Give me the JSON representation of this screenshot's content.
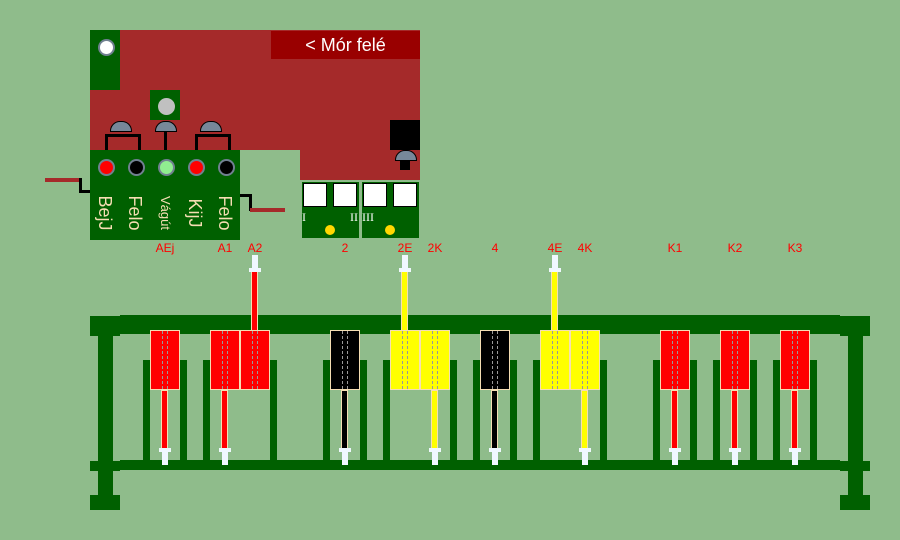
{
  "header": {
    "direction_label": "< Mór felé"
  },
  "signal_panel": {
    "labels": [
      "BejJ",
      "Felo",
      "Vágút",
      "KijJ",
      "Felo"
    ],
    "lights": [
      "#ff0000",
      "#000000",
      "#90ee90",
      "#ff0000",
      "#000000"
    ]
  },
  "switch_panels": [
    {
      "left": "I",
      "right": "II"
    },
    {
      "left": "III"
    }
  ],
  "levers": [
    {
      "label": "AEj",
      "color": "#ff0000",
      "up": false
    },
    {
      "label": "A1",
      "color": "#ff0000",
      "up": false
    },
    {
      "label": "A2",
      "color": "#ff0000",
      "up": true
    },
    {
      "label": "2",
      "color": "#000000",
      "up": false
    },
    {
      "label": "2E",
      "color": "#ffff00",
      "up": true
    },
    {
      "label": "2K",
      "color": "#ffff00",
      "up": false
    },
    {
      "label": "4",
      "color": "#000000",
      "up": false
    },
    {
      "label": "4E",
      "color": "#ffff00",
      "up": true
    },
    {
      "label": "4K",
      "color": "#ffff00",
      "up": false
    },
    {
      "label": "K1",
      "color": "#ff0000",
      "up": false
    },
    {
      "label": "K2",
      "color": "#ff0000",
      "up": false
    },
    {
      "label": "K3",
      "color": "#ff0000",
      "up": false
    }
  ]
}
